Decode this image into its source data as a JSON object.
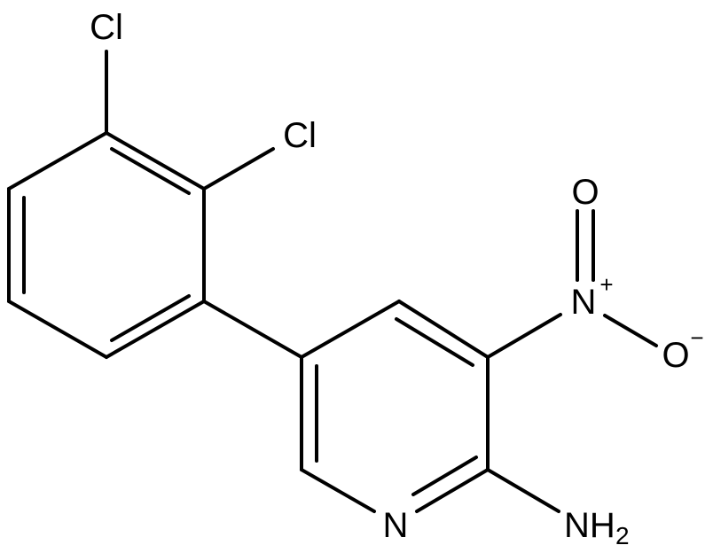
{
  "molecule": {
    "atoms": {
      "cl_top": "Cl",
      "cl_mid": "Cl",
      "o_top": "O",
      "n_nitro": "N",
      "n_nitro_charge": "+",
      "o_right": "O",
      "o_right_charge": "−",
      "n_ring": "N",
      "nh2_main": "NH",
      "nh2_sub": "2"
    },
    "colors": {
      "bond": "#000000",
      "label": "#000000",
      "background": "#ffffff"
    }
  }
}
